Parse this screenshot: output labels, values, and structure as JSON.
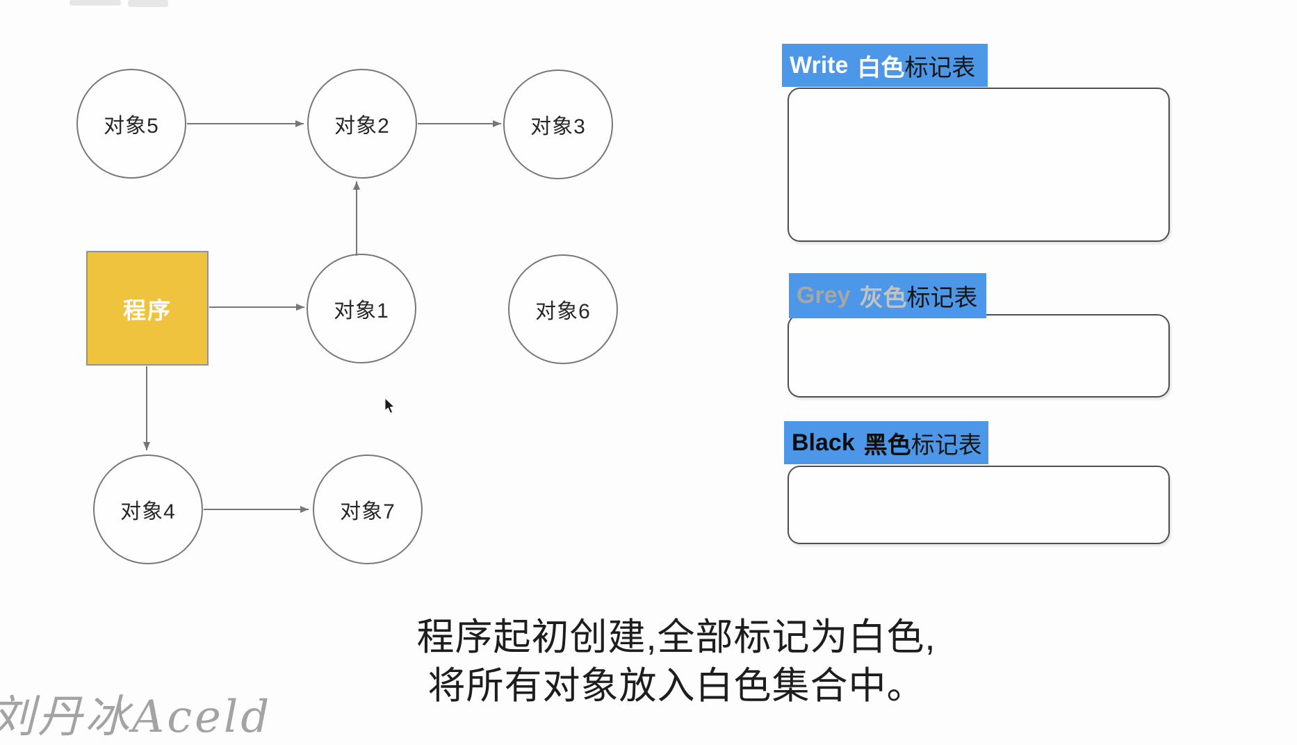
{
  "slide": {
    "background": "#fdfdfd"
  },
  "diagram": {
    "program_node": {
      "label": "程序"
    },
    "object_nodes": [
      {
        "label": "对象5"
      },
      {
        "label": "对象2"
      },
      {
        "label": "对象3"
      },
      {
        "label": "对象1"
      },
      {
        "label": "对象6"
      },
      {
        "label": "对象4"
      },
      {
        "label": "对象7"
      }
    ],
    "edges": [
      {
        "from": "对象5",
        "to": "对象2"
      },
      {
        "from": "对象2",
        "to": "对象3"
      },
      {
        "from": "对象1",
        "to": "对象2"
      },
      {
        "from": "程序",
        "to": "对象1"
      },
      {
        "from": "程序",
        "to": "对象4"
      },
      {
        "from": "对象4",
        "to": "对象7"
      }
    ]
  },
  "mark_tables": [
    {
      "id": "white",
      "word": "Write",
      "color_word": "白色",
      "suffix": "标记表"
    },
    {
      "id": "grey",
      "word": "Grey",
      "color_word": "灰色",
      "suffix": "标记表"
    },
    {
      "id": "black",
      "word": "Black",
      "color_word": "黑色",
      "suffix": "标记表"
    }
  ],
  "caption": {
    "line1": "程序起初创建,全部标记为白色,",
    "line2": "将所有对象放入白色集合中。"
  },
  "watermark": {
    "text": "刘丹冰Aceld"
  },
  "colors": {
    "accent_blue": "#4D97E8",
    "program_yellow": "#EFC33D",
    "node_border": "#777777",
    "arrow": "#767676",
    "box_border": "#4e4e4e"
  }
}
